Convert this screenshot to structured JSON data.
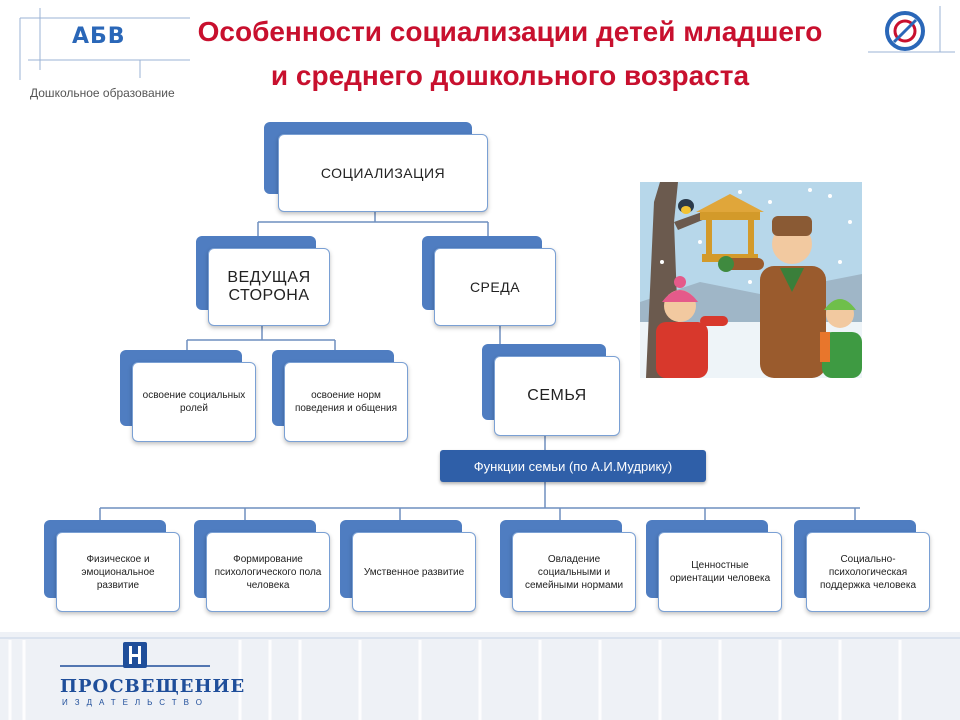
{
  "header": {
    "logo": "АБВ",
    "logo_subtitle": "Дошкольное образование",
    "title_line1": "Особенности социализации детей  младшего",
    "title_line2": "и среднего дошкольного возраста"
  },
  "diagram": {
    "root": "СОЦИАЛИЗАЦИЯ",
    "left_branch": "ВЕДУЩАЯ СТОРОНА",
    "right_branch": "СРЕДА",
    "left_children": [
      "освоение социальных ролей",
      "освоение норм поведения и общения"
    ],
    "family": "СЕМЬЯ",
    "functions_title": "Функции семьи (по А.И.Мудрику)",
    "functions": [
      "Физическое и эмоциональное развитие",
      "Формирование психологического пола человека",
      "Умственное развитие",
      "Овладение социальными и семейными нормами",
      "Ценностные ориентации человека",
      "Социально-психологическая поддержка человека"
    ]
  },
  "footer": {
    "publisher": "ПРОСВЕЩЕНИЕ",
    "publisher_sub": "ИЗДАТЕЛЬСТВО"
  },
  "colors": {
    "title": "#c8102e",
    "accent": "#4f7dc1",
    "bar": "#2f5fa8"
  }
}
